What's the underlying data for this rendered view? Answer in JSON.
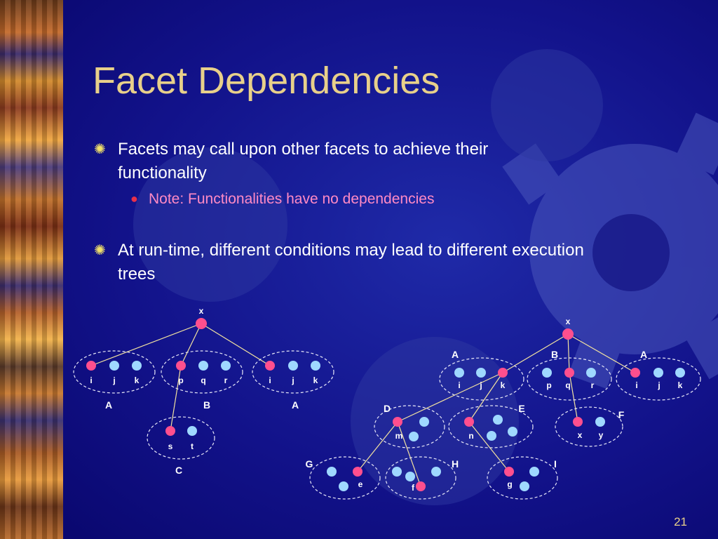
{
  "slide": {
    "title": "Facet Dependencies",
    "bullets": [
      {
        "text": "Facets may call upon other facets to achieve their functionality"
      },
      {
        "text": "At run-time, different conditions may lead to different execution trees"
      }
    ],
    "sub_bullets": [
      {
        "text": "Note: Functionalities have no dependencies"
      }
    ],
    "page_number": "21"
  },
  "colors": {
    "background": "#0b0a7a",
    "title": "#e8d08a",
    "bullet_marker": "#f2e26a",
    "sub_bullet_text": "#ff8ac4",
    "active_node": "#ff4f8e",
    "inactive_node": "#9fd8ff",
    "edge": "#f2e2a0",
    "group_outline": "#e8e8f8"
  },
  "diagram": {
    "left_tree": {
      "root_label": "x",
      "groups": [
        {
          "name": "A",
          "node_labels": [
            "i",
            "j",
            "k"
          ]
        },
        {
          "name": "B",
          "node_labels": [
            "p",
            "q",
            "r"
          ]
        },
        {
          "name": "A",
          "node_labels": [
            "i",
            "j",
            "k"
          ]
        },
        {
          "name": "C",
          "node_labels": [
            "s",
            "t"
          ]
        }
      ]
    },
    "right_tree": {
      "root_label": "x",
      "groups": [
        {
          "name": "A",
          "node_labels": [
            "i",
            "j",
            "k"
          ]
        },
        {
          "name": "B",
          "node_labels": [
            "p",
            "q",
            "r"
          ]
        },
        {
          "name": "A",
          "node_labels": [
            "i",
            "j",
            "k"
          ]
        },
        {
          "name": "D",
          "node_labels": [
            "m"
          ]
        },
        {
          "name": "E",
          "node_labels": [
            "n"
          ]
        },
        {
          "name": "F",
          "node_labels": [
            "x",
            "y"
          ]
        },
        {
          "name": "G",
          "node_labels": [
            "e"
          ]
        },
        {
          "name": "H",
          "node_labels": [
            "f"
          ]
        },
        {
          "name": "I",
          "node_labels": [
            "g"
          ]
        }
      ]
    }
  }
}
